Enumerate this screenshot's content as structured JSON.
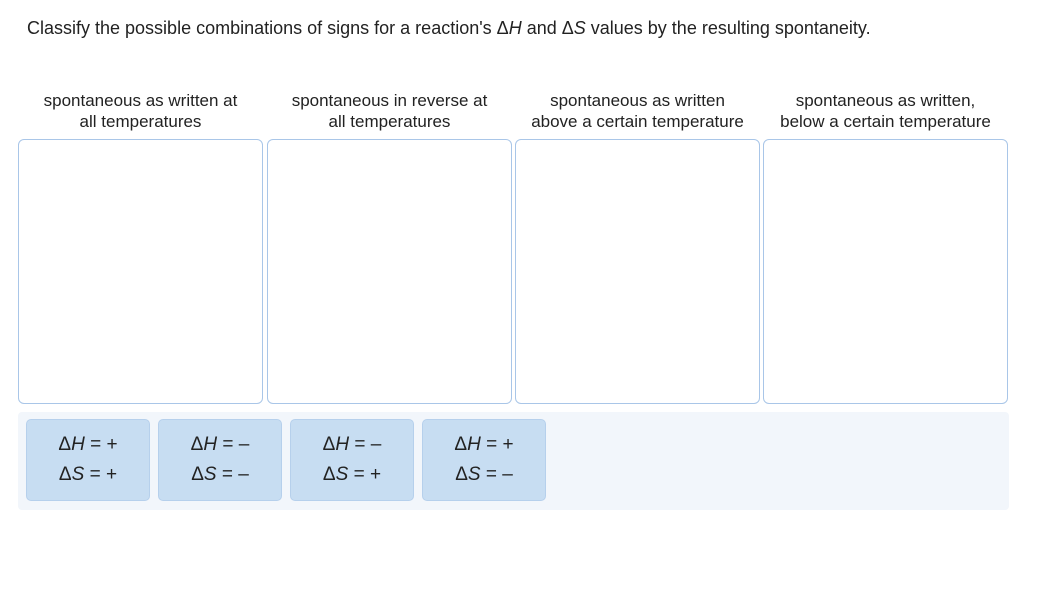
{
  "prompt": {
    "before": "Classify the possible combinations of signs for a reaction's Δ",
    "h": "H",
    "mid": " and Δ",
    "s": "S",
    "after": " values by the resulting spontaneity."
  },
  "categories": [
    {
      "label": "spontaneous as written at all temperatures"
    },
    {
      "label": "spontaneous in reverse at all temperatures"
    },
    {
      "label": "spontaneous as written above a certain temperature"
    },
    {
      "label": "spontaneous as written, below a certain temperature"
    }
  ],
  "tiles": [
    {
      "dH": "+",
      "dS": "+"
    },
    {
      "dH": "–",
      "dS": "–"
    },
    {
      "dH": "–",
      "dS": "+"
    },
    {
      "dH": "+",
      "dS": "–"
    }
  ],
  "symbols": {
    "delta": "Δ",
    "H": "H",
    "S": "S",
    "eq": " = "
  }
}
